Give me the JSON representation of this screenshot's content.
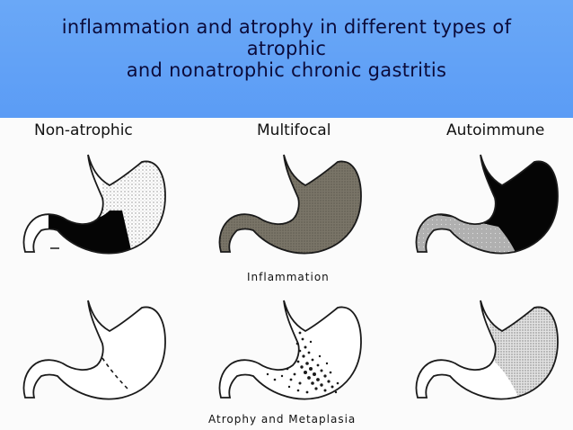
{
  "slide": {
    "title_lines": [
      "inflammation and atrophy in different types of",
      "atrophic",
      "and nonatrophic chronic gastritis"
    ]
  },
  "figure": {
    "columns": [
      "Non-atrophic",
      "Multifocal",
      "Autoimmune"
    ],
    "rows": [
      "Inflammation",
      "Atrophy and Metaplasia"
    ]
  },
  "colors": {
    "banner": "#5b9cf5",
    "title_text": "#0b0b3a",
    "outline": "#1a1a1a",
    "dense_fill": "#050505",
    "diffuse_fill": "#6e6a5e",
    "stipple": "#9a9a9a"
  }
}
